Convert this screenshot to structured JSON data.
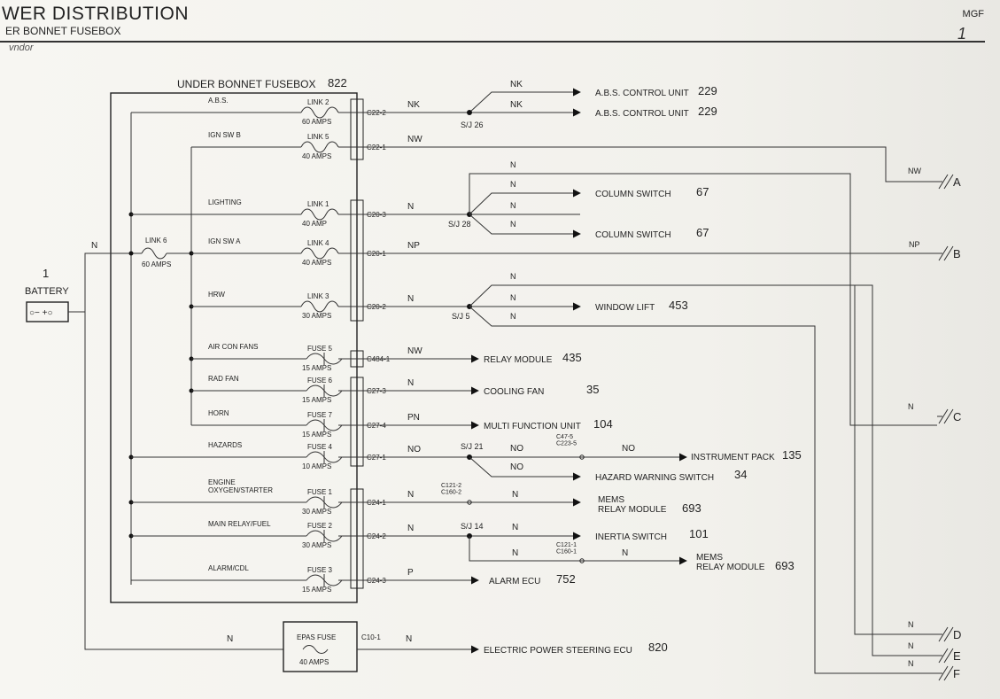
{
  "header": {
    "title": "WER DISTRIBUTION",
    "subtitle": "ER BONNET FUSEBOX",
    "handwriting": "vndor",
    "code": "MGF",
    "page": "1"
  },
  "fusebox": {
    "title": "UNDER BONNET FUSEBOX",
    "number": "822"
  },
  "battery": {
    "number": "1",
    "label": "BATTERY",
    "terminals": "○−  +○"
  },
  "feed_wire": "N",
  "link6": {
    "name": "LINK 6",
    "rating": "60 AMPS"
  },
  "circuits": [
    {
      "label": "A.B.S.",
      "fuse": "LINK 2",
      "rating": "60 AMPS",
      "connector": "C22-2",
      "wire": "NK"
    },
    {
      "label": "IGN SW B",
      "fuse": "LINK 5",
      "rating": "40 AMPS",
      "connector": "C22-1",
      "wire": "NW"
    },
    {
      "label": "LIGHTING",
      "fuse": "LINK 1",
      "rating": "40 AMP",
      "connector": "C20-3",
      "wire": "N"
    },
    {
      "label": "IGN SW A",
      "fuse": "LINK 4",
      "rating": "40 AMPS",
      "connector": "C20-1",
      "wire": "NP"
    },
    {
      "label": "HRW",
      "fuse": "LINK 3",
      "rating": "30 AMPS",
      "connector": "C20-2",
      "wire": "N"
    },
    {
      "label": "AIR CON FANS",
      "fuse": "FUSE 5",
      "rating": "15 AMPS",
      "connector": "C484-1",
      "wire": "NW"
    },
    {
      "label": "RAD FAN",
      "fuse": "FUSE 6",
      "rating": "15 AMPS",
      "connector": "C27-3",
      "wire": "N"
    },
    {
      "label": "HORN",
      "fuse": "FUSE 7",
      "rating": "15 AMPS",
      "connector": "C27-4",
      "wire": "PN"
    },
    {
      "label": "HAZARDS",
      "fuse": "FUSE 4",
      "rating": "10 AMPS",
      "connector": "C27-1",
      "wire": "NO"
    },
    {
      "label": "ENGINE\nOXYGEN/STARTER",
      "fuse": "FUSE 1",
      "rating": "30 AMPS",
      "connector": "C24-1",
      "wire": "N"
    },
    {
      "label": "MAIN RELAY/FUEL",
      "fuse": "FUSE 2",
      "rating": "30 AMPS",
      "connector": "C24-2",
      "wire": "N"
    },
    {
      "label": "ALARM/CDL",
      "fuse": "FUSE 3",
      "rating": "15 AMPS",
      "connector": "C24-3",
      "wire": "P"
    }
  ],
  "epas": {
    "name": "EPAS FUSE",
    "rating": "40 AMPS",
    "connector": "C10-1",
    "wire_in": "N",
    "wire_out": "N"
  },
  "splices": [
    {
      "name": "S/J 26"
    },
    {
      "name": "S/J 28"
    },
    {
      "name": "S/J 5"
    },
    {
      "name": "S/J 21"
    },
    {
      "name": "S/J 14"
    }
  ],
  "components": [
    {
      "label": "A.B.S. CONTROL UNIT",
      "number": "229",
      "wire": "NK"
    },
    {
      "label": "A.B.S. CONTROL UNIT",
      "number": "229",
      "wire": "NK"
    },
    {
      "label": "COLUMN SWITCH",
      "number": "67",
      "wire": "N"
    },
    {
      "label": "COLUMN SWITCH",
      "number": "67",
      "wire": "N"
    },
    {
      "label": "WINDOW LIFT",
      "number": "453",
      "wire": "N"
    },
    {
      "label": "RELAY MODULE",
      "number": "435"
    },
    {
      "label": "COOLING FAN",
      "number": "35"
    },
    {
      "label": "MULTI FUNCTION UNIT",
      "number": "104"
    },
    {
      "label": "INSTRUMENT PACK",
      "number": "135",
      "wire": "NO",
      "connector": "C47-5\nC223-5"
    },
    {
      "label": "HAZARD WARNING SWITCH",
      "number": "34",
      "wire": "NO"
    },
    {
      "label": "MEMS\nRELAY MODULE",
      "number": "693",
      "wire": "N",
      "connector": "C121-2\nC160-2"
    },
    {
      "label": "INERTIA SWITCH",
      "number": "101",
      "wire": "N"
    },
    {
      "label": "MEMS\nRELAY MODULE",
      "number": "693",
      "wire": "N",
      "connector": "C121-1\nC160-1"
    },
    {
      "label": "ALARM ECU",
      "number": "752"
    },
    {
      "label": "ELECTRIC POWER STEERING ECU",
      "number": "820"
    }
  ],
  "branch_wires": {
    "sj28_up": "N",
    "sj28_mid": "N",
    "sj5_up": "N",
    "sj5_mid": "N",
    "sj5_out": "N"
  },
  "offpage": [
    {
      "letter": "A",
      "wire": "NW"
    },
    {
      "letter": "B",
      "wire": "NP"
    },
    {
      "letter": "C",
      "wire": "N"
    },
    {
      "letter": "D",
      "wire": "N"
    },
    {
      "letter": "E",
      "wire": "N"
    },
    {
      "letter": "F",
      "wire": "N"
    }
  ]
}
